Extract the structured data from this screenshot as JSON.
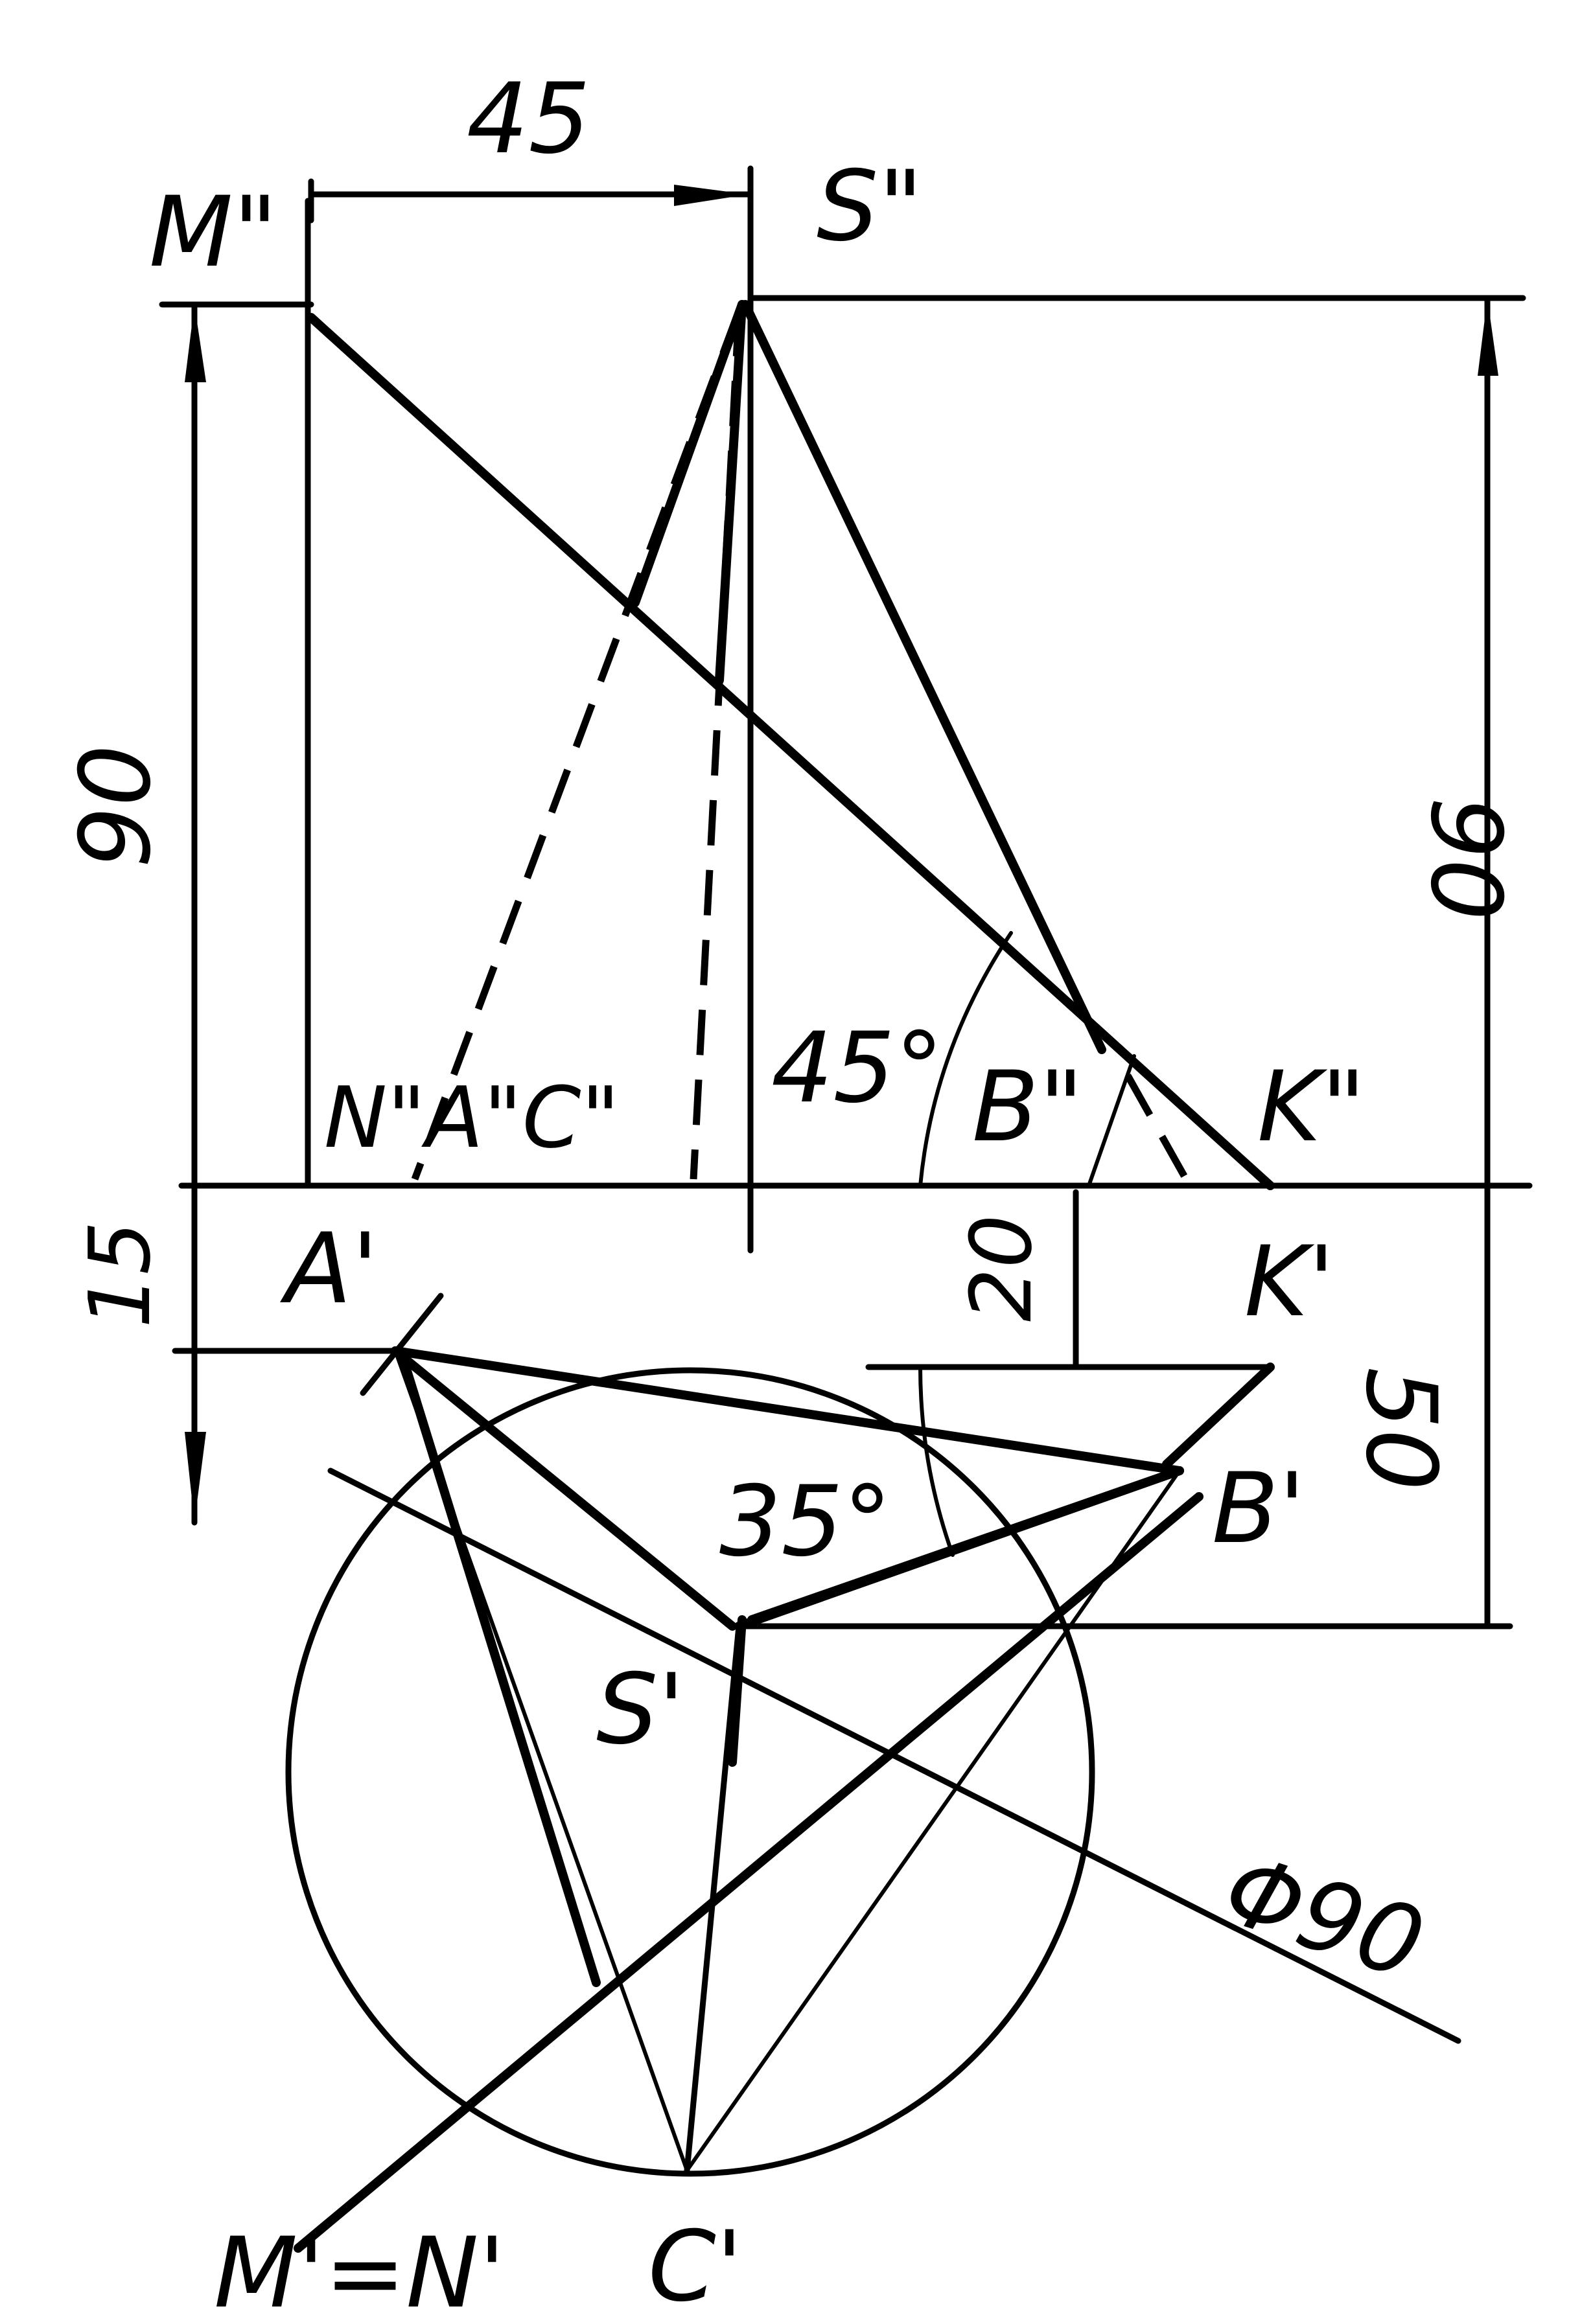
{
  "labels": {
    "m_front": "M\"",
    "s_front": "S\"",
    "n_a_c_front": "N\"A\"C\"",
    "b_front": "B\"",
    "k_front": "K\"",
    "a_top": "A'",
    "k_top": "K'",
    "b_top": "B'",
    "s_top": "S'",
    "m_n_top": "M'=N'",
    "c_top": "C'"
  },
  "dimensions": {
    "width_45": "45",
    "height_90_left": "90",
    "height_90_right": "90",
    "angle_45": "45°",
    "offset_15": "15",
    "offset_20": "20",
    "offset_50": "50",
    "angle_35": "35°",
    "diameter": "Φ90"
  },
  "colors": {
    "ink": "#000000",
    "paper": "#ffffff"
  }
}
